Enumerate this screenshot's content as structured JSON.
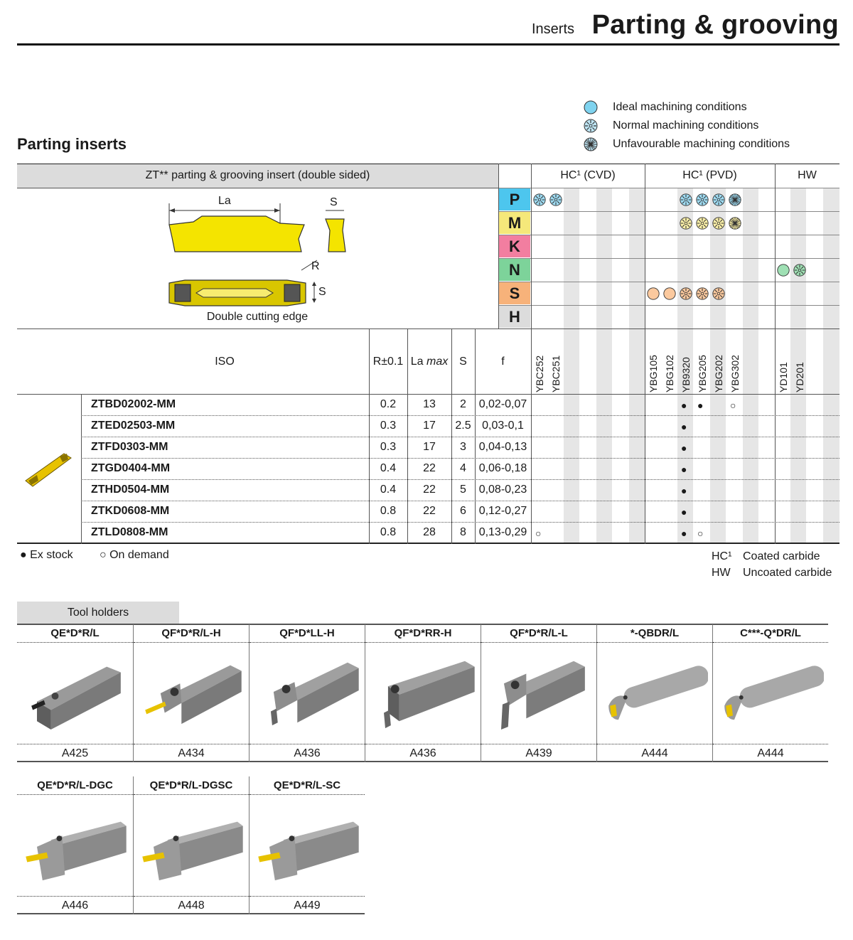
{
  "header": {
    "subtitle": "Inserts",
    "title": "Parting & grooving"
  },
  "legend": [
    {
      "icon": "ideal-circle-icon",
      "label": "Ideal machining conditions"
    },
    {
      "icon": "normal-flower-icon",
      "label": "Normal machining conditions"
    },
    {
      "icon": "unfavourable-flower-icon",
      "label": "Unfavourable machining conditions"
    }
  ],
  "section_title": "Parting inserts",
  "insert_header": "ZT** parting & grooving insert (double sided)",
  "diagram": {
    "la": "La",
    "s": "S",
    "r": "R",
    "s2": "S",
    "caption": "Double cutting edge"
  },
  "grade_groups": {
    "cvd": "HC¹ (CVD)",
    "pvd": "HC¹ (PVD)",
    "hw": "HW"
  },
  "materials": [
    {
      "letter": "P",
      "color": "#4dc6ee"
    },
    {
      "letter": "M",
      "color": "#f5e87a"
    },
    {
      "letter": "K",
      "color": "#f27ea0"
    },
    {
      "letter": "N",
      "color": "#7dd39a"
    },
    {
      "letter": "S",
      "color": "#f7b27a"
    },
    {
      "letter": "H",
      "color": "#dcdcdc"
    }
  ],
  "columns": {
    "iso": "ISO",
    "r": "R±0.1",
    "la": "La",
    "la_max": "max",
    "s": "S",
    "f": "f"
  },
  "grades": [
    "YBC252",
    "YBC251",
    "",
    "",
    "",
    "",
    "YBG105",
    "YBG102",
    "YB9320",
    "YBG205",
    "YBG202",
    "YBG302",
    "",
    "",
    "YD101",
    "YD201",
    "",
    "",
    ""
  ],
  "rows": [
    {
      "iso": "ZTBD02002-MM",
      "r": "0.2",
      "la": "13",
      "s": "2",
      "f": "0,02-0,07"
    },
    {
      "iso": "ZTED02503-MM",
      "r": "0.3",
      "la": "17",
      "s": "2.5",
      "f": "0,03-0,1"
    },
    {
      "iso": "ZTFD0303-MM",
      "r": "0.3",
      "la": "17",
      "s": "3",
      "f": "0,04-0,13"
    },
    {
      "iso": "ZTGD0404-MM",
      "r": "0.4",
      "la": "22",
      "s": "4",
      "f": "0,06-0,18"
    },
    {
      "iso": "ZTHD0504-MM",
      "r": "0.4",
      "la": "22",
      "s": "5",
      "f": "0,08-0,23"
    },
    {
      "iso": "ZTKD0608-MM",
      "r": "0.8",
      "la": "22",
      "s": "6",
      "f": "0,12-0,27"
    },
    {
      "iso": "ZTLD0808-MM",
      "r": "0.8",
      "la": "28",
      "s": "8",
      "f": "0,13-0,29"
    }
  ],
  "stock_marks": {
    "filled": "●",
    "open": "○"
  },
  "footnotes": {
    "ex_stock": "● Ex stock",
    "on_demand": "○ On demand",
    "hc": "HC¹",
    "hc_desc": "Coated carbide",
    "hw": "HW",
    "hw_desc": "Uncoated carbide"
  },
  "tool_holders_tab": "Tool holders",
  "holders": [
    {
      "name": "QE*D*R/L",
      "ref": "A425"
    },
    {
      "name": "QF*D*R/L-H",
      "ref": "A434"
    },
    {
      "name": "QF*D*LL-H",
      "ref": "A436"
    },
    {
      "name": "QF*D*RR-H",
      "ref": "A436"
    },
    {
      "name": "QF*D*R/L-L",
      "ref": "A439"
    },
    {
      "name": "*-QBDR/L",
      "ref": "A444"
    },
    {
      "name": "C***-Q*DR/L",
      "ref": "A444"
    },
    {
      "name": "QE*D*R/L-DGC",
      "ref": "A446"
    },
    {
      "name": "QE*D*R/L-DGSC",
      "ref": "A448"
    },
    {
      "name": "QE*D*R/L-SC",
      "ref": "A449"
    }
  ]
}
